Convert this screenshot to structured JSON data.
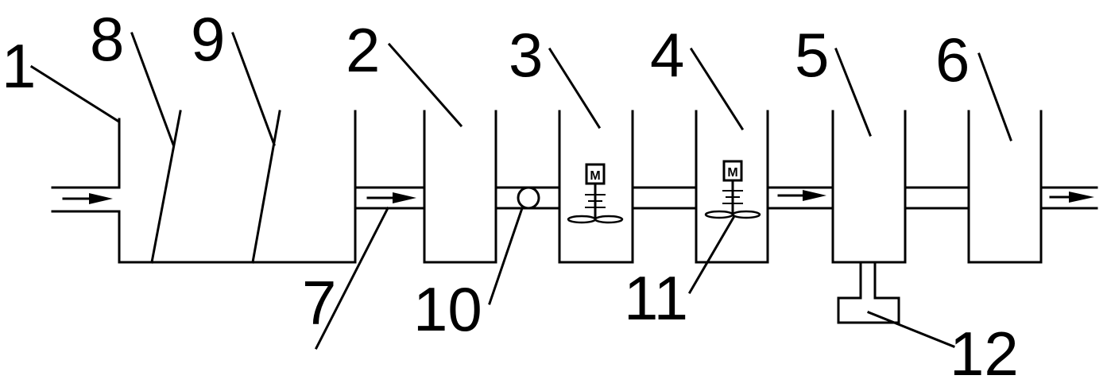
{
  "labels": {
    "l1": "1",
    "l2": "2",
    "l3": "3",
    "l4": "4",
    "l5": "5",
    "l6": "6",
    "l7": "7",
    "l8": "8",
    "l9": "9",
    "l10": "10",
    "l11": "11",
    "l12": "12"
  },
  "motor_symbol": "M"
}
